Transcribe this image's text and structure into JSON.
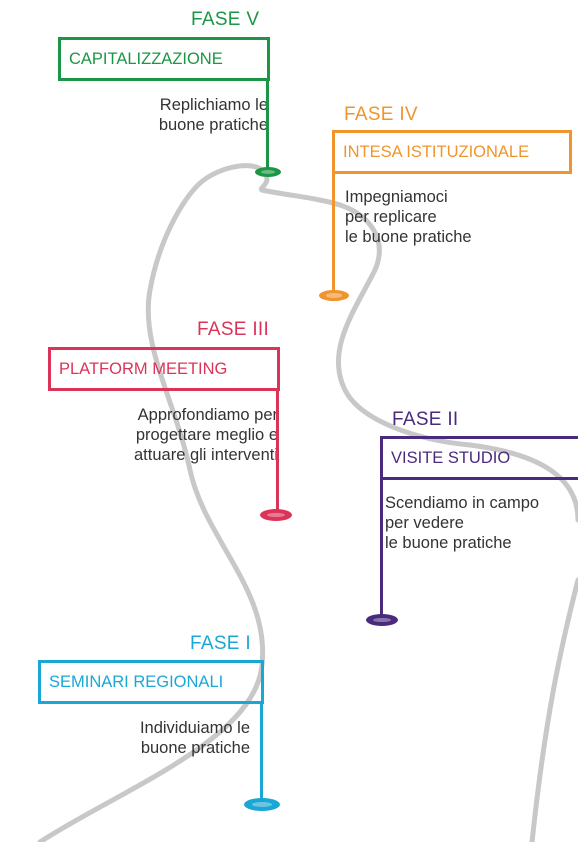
{
  "phases": {
    "phase5": {
      "title": "FASE V",
      "name": "CAPITALIZZAZIONE",
      "description": "Replichiamo le\nbuone pratiche",
      "color": "#1b9645"
    },
    "phase4": {
      "title": "FASE IV",
      "name": "INTESA ISTITUZIONALE",
      "description": "Impegniamoci\nper replicare\nle buone pratiche",
      "color": "#f0952d"
    },
    "phase3": {
      "title": "FASE III",
      "name": "PLATFORM MEETING",
      "description": "Approfondiamo per\nprogettare meglio e\nattuare gli interventi",
      "color": "#dc3458"
    },
    "phase2": {
      "title": "FASE II",
      "name": "VISITE STUDIO",
      "description": "Scendiamo in campo\nper vedere\nle buone pratiche",
      "color": "#4a2a7d"
    },
    "phase1": {
      "title": "FASE I",
      "name": "SEMINARI REGIONALI",
      "description": "Individuiamo le\nbuone pratiche",
      "color": "#1ba7d6"
    }
  },
  "road_color": "#c8c8c8"
}
